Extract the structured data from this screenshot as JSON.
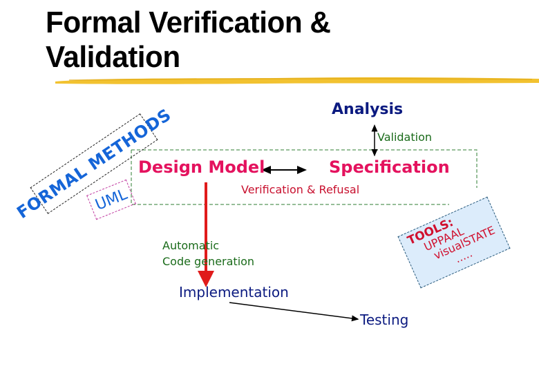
{
  "slide": {
    "title_line1": "Formal Verification &",
    "title_line2": "Validation",
    "accent_color": "#f2c230"
  },
  "diagram": {
    "formal_methods_label": "FORMAL METHODS",
    "uml_label": "UML",
    "analysis_label": "Analysis",
    "validation_label": "Validation",
    "design_model_label": "Design Model",
    "specification_label": "Specification",
    "verification_label": "Verification & Refusal",
    "auto_codegen_line1": "Automatic",
    "auto_codegen_line2": "Code generation",
    "implementation_label": "Implementation",
    "testing_label": "Testing",
    "tools": {
      "heading": "TOOLS:",
      "items": [
        "UPPAAL",
        "visualSTATE",
        "....."
      ]
    },
    "colors": {
      "heading_blue": "#0b1a80",
      "model_pink": "#e4125e",
      "green": "#1a6b1a",
      "red": "#c8102e",
      "methods_blue": "#1565d8",
      "tools_bg": "#dcecfb"
    }
  }
}
